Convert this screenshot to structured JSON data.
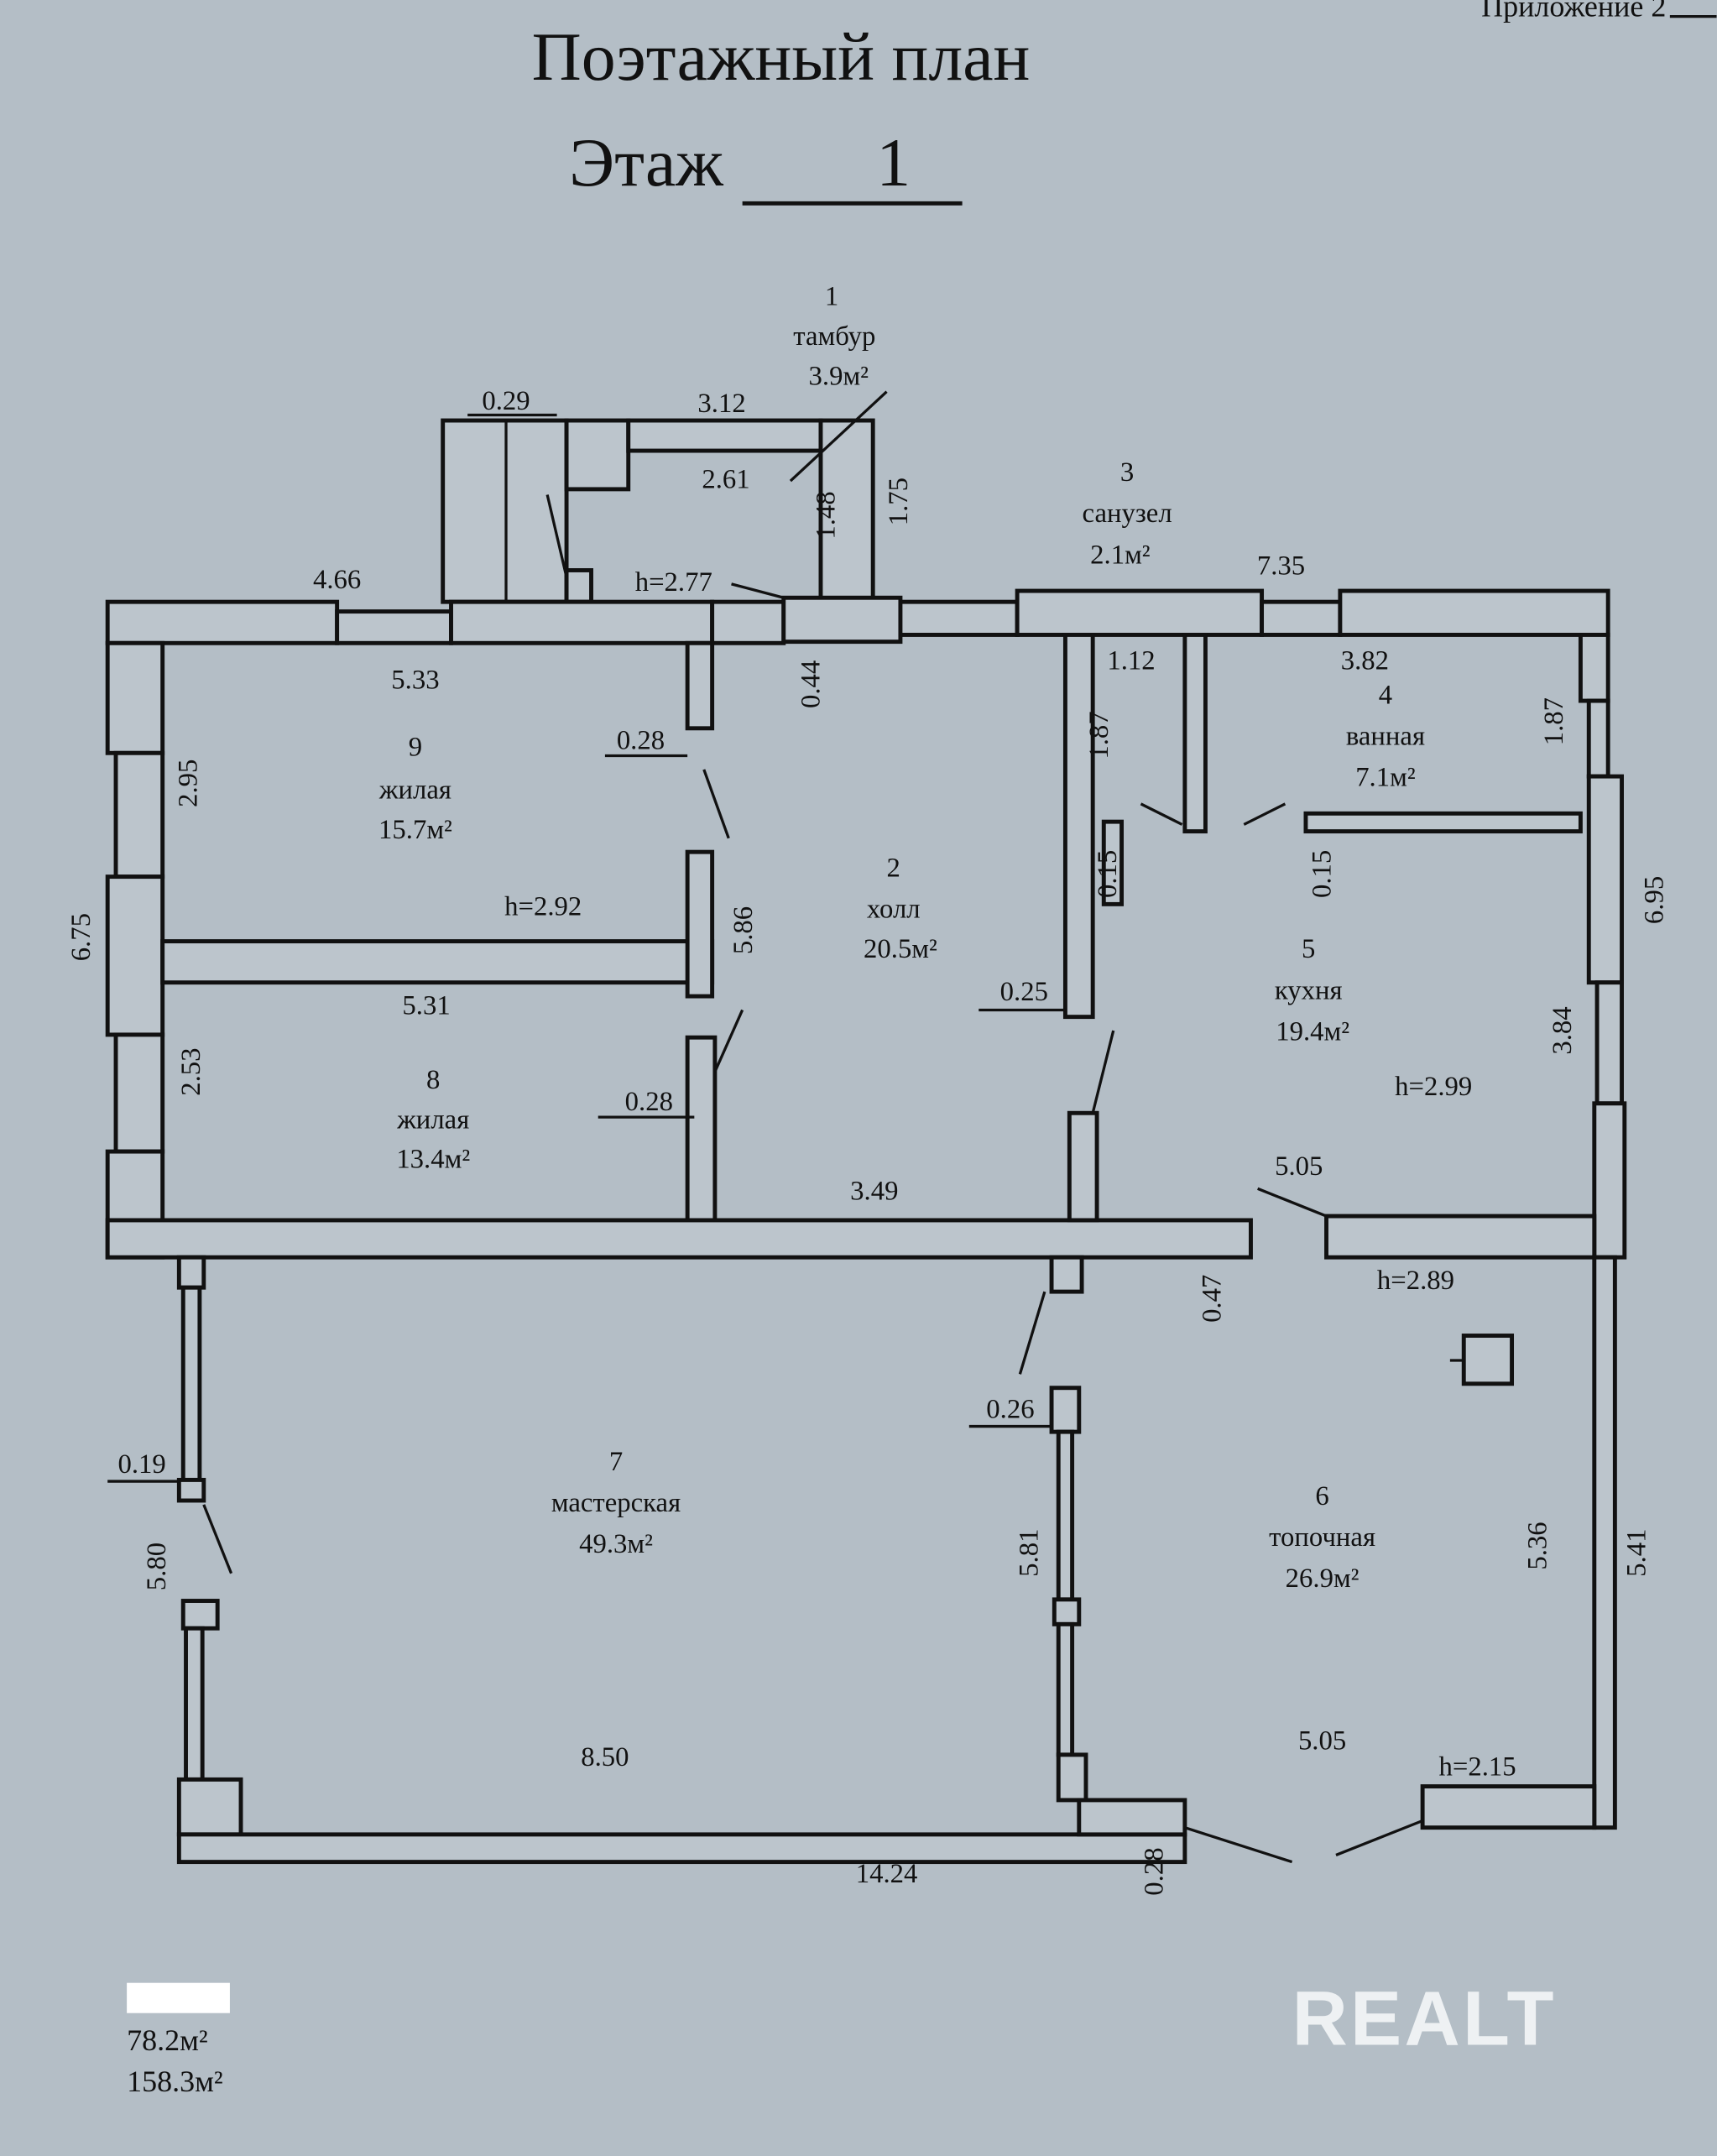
{
  "header": {
    "appendix": "Приложение 2",
    "title": "Поэтажный план",
    "floor_label": "Этаж",
    "floor_number": "1"
  },
  "rooms": [
    {
      "num": "1",
      "name": "тамбур",
      "area": "3.9м²"
    },
    {
      "num": "2",
      "name": "холл",
      "area": "20.5м²"
    },
    {
      "num": "3",
      "name": "санузел",
      "area": "2.1м²"
    },
    {
      "num": "4",
      "name": "ванная",
      "area": "7.1м²"
    },
    {
      "num": "5",
      "name": "кухня",
      "area": "19.4м²"
    },
    {
      "num": "6",
      "name": "топочная",
      "area": "26.9м²"
    },
    {
      "num": "7",
      "name": "мастерская",
      "area": "49.3м²"
    },
    {
      "num": "8",
      "name": "жилая",
      "area": "13.4м²"
    },
    {
      "num": "9",
      "name": "жилая",
      "area": "15.7м²"
    }
  ],
  "dimensions": {
    "d029": "0.29",
    "d312": "3.12",
    "d261": "2.61",
    "d148": "1.48",
    "d175": "1.75",
    "h277": "h=2.77",
    "d466": "4.66",
    "d533": "5.33",
    "d028a": "0.28",
    "d295": "2.95",
    "h292": "h=2.92",
    "d675": "6.75",
    "d531": "5.31",
    "d586": "5.86",
    "d253": "2.53",
    "d028b": "0.28",
    "d349": "3.49",
    "d044": "0.44",
    "d187a": "1.87",
    "d015a": "0.15",
    "d025": "0.25",
    "d112": "1.12",
    "d735": "7.35",
    "d382": "3.82",
    "d187b": "1.87",
    "d015b": "0.15",
    "d695": "6.95",
    "d384": "3.84",
    "h299": "h=2.99",
    "d505a": "5.05",
    "h289": "h=2.89",
    "d047": "0.47",
    "d026": "0.26",
    "d019": "0.19",
    "d580": "5.80",
    "d581": "5.81",
    "d850": "8.50",
    "d536": "5.36",
    "d541": "5.41",
    "d505b": "5.05",
    "h215": "h=2.15",
    "d1424": "14.24",
    "d028c": "0.28"
  },
  "totals": {
    "living_area": "78.2м²",
    "total_area": "158.3м²"
  },
  "watermark": "REALT"
}
